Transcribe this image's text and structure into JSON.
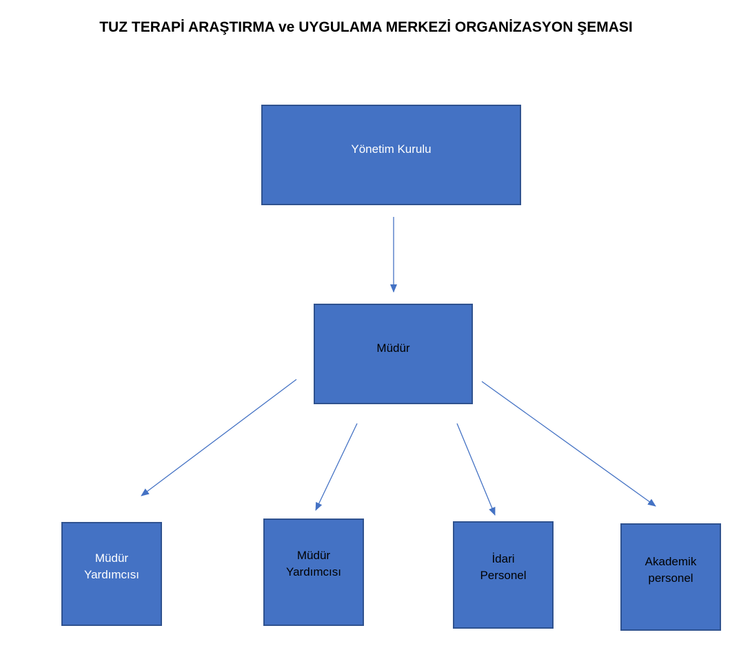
{
  "title": "TUZ TERAPİ ARAŞTIRMA ve UYGULAMA MERKEZİ ORGANİZASYON ŞEMASI",
  "colors": {
    "box_fill": "#4472c4",
    "box_border": "#2f528f",
    "connector": "#4472c4",
    "light_text": "#ffffff",
    "dark_text": "#000000"
  },
  "nodes": {
    "board": {
      "label": "Yönetim Kurulu"
    },
    "director": {
      "label": "Müdür"
    },
    "deputy_1": {
      "label": "Müdür\nYardımcısı"
    },
    "deputy_2": {
      "label": "Müdür\nYardımcısı"
    },
    "admin_staff": {
      "label": "İdari\nPersonel"
    },
    "academic_staff": {
      "label": "Akademik\npersonel"
    }
  }
}
